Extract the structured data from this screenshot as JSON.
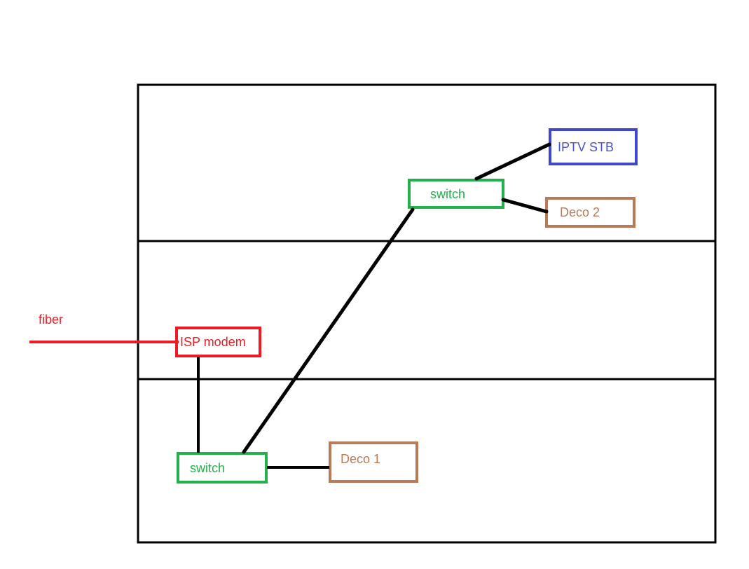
{
  "diagram": {
    "type": "home-network-topology",
    "background_color": "#ffffff",
    "colors": {
      "fiber_red": "#ED1C24",
      "switch_green": "#22B14C",
      "iptv_blue": "#3F48CC",
      "deco_brown": "#B97A57",
      "wall_black": "#000000"
    },
    "house": {
      "floors": 3
    },
    "annotations": {
      "fiber_label": "fiber"
    },
    "nodes": {
      "isp_modem": {
        "label": "ISP modem",
        "color": "#ED1C24",
        "floor": "middle"
      },
      "switch_lower": {
        "label": "switch",
        "color": "#22B14C",
        "floor": "bottom"
      },
      "deco_1": {
        "label": "Deco 1",
        "color": "#B97A57",
        "floor": "bottom"
      },
      "switch_upper": {
        "label": "switch",
        "color": "#22B14C",
        "floor": "top"
      },
      "iptv_stb": {
        "label": "IPTV STB",
        "color": "#3F48CC",
        "floor": "top"
      },
      "deco_2": {
        "label": "Deco 2",
        "color": "#B97A57",
        "floor": "top"
      }
    },
    "edges": [
      {
        "from": "fiber",
        "to": "isp_modem",
        "color": "#ED1C24"
      },
      {
        "from": "isp_modem",
        "to": "switch_lower",
        "color": "#000000"
      },
      {
        "from": "switch_lower",
        "to": "switch_upper",
        "color": "#000000"
      },
      {
        "from": "switch_lower",
        "to": "deco_1",
        "color": "#000000"
      },
      {
        "from": "switch_upper",
        "to": "iptv_stb",
        "color": "#000000"
      },
      {
        "from": "switch_upper",
        "to": "deco_2",
        "color": "#000000"
      }
    ]
  }
}
